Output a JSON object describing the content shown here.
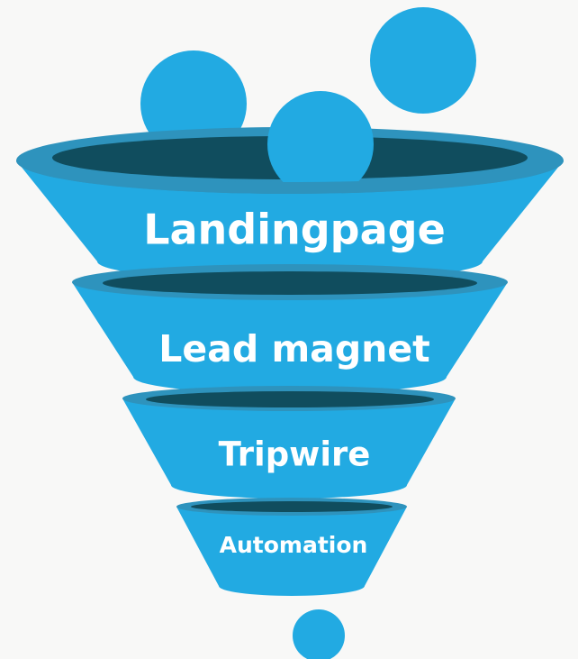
{
  "funnel": {
    "colors": {
      "background": "#f8f8f7",
      "body": "#22aae2",
      "rim": "#2e93bd",
      "opening": "#104d5e",
      "ball": "#22aae2",
      "label": "#ffffff"
    },
    "stages": [
      {
        "label": "Landingpage"
      },
      {
        "label": "Lead magnet"
      },
      {
        "label": "Tripwire"
      },
      {
        "label": "Automation"
      }
    ]
  }
}
